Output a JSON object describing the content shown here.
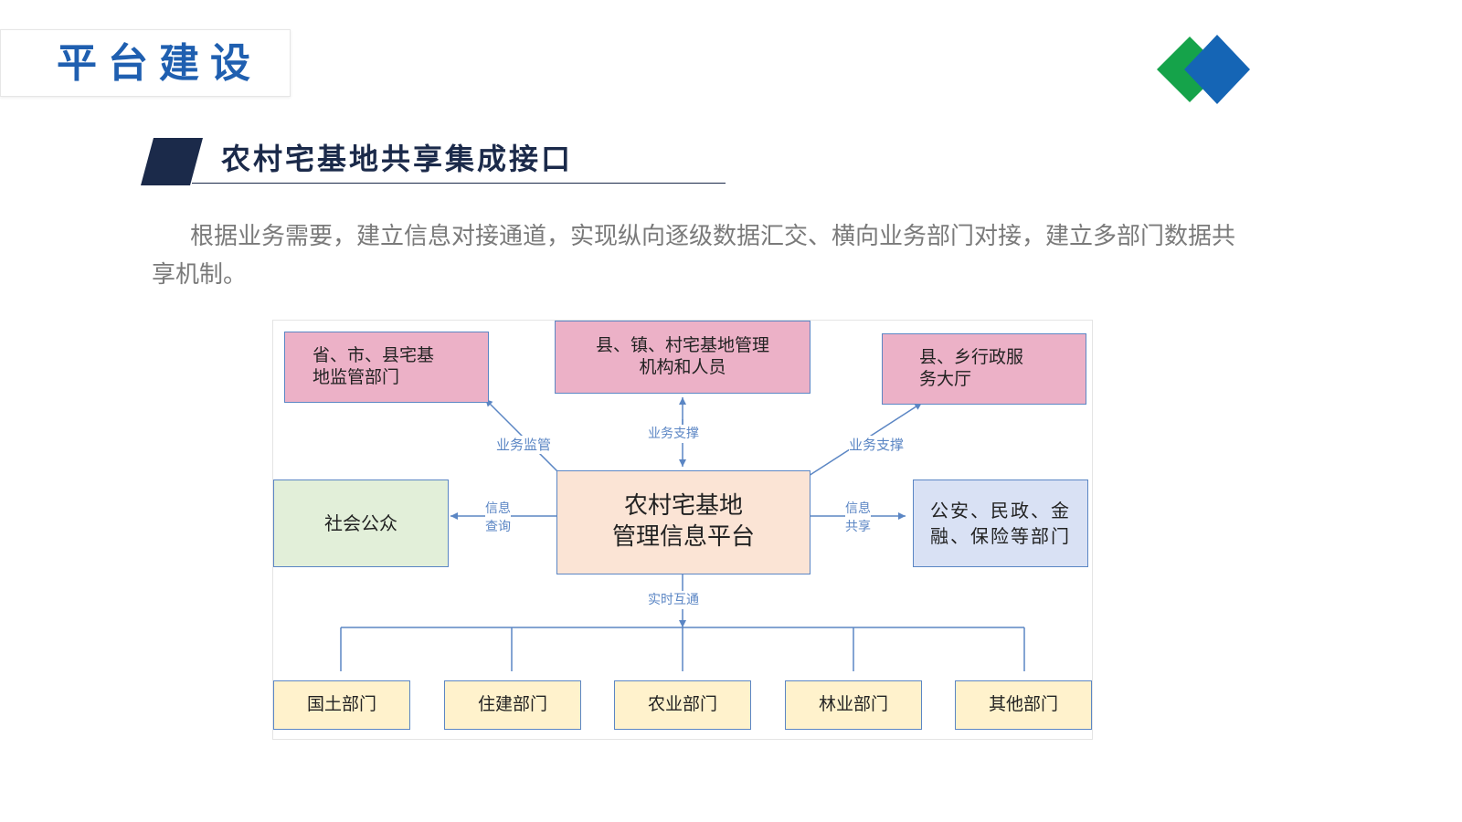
{
  "header": {
    "title": "平台建设"
  },
  "section": {
    "title": "农村宅基地共享集成接口"
  },
  "description": "根据业务需要，建立信息对接通道，实现纵向逐级数据汇交、横向业务部门对接，建立多部门数据共享机制。",
  "colors": {
    "title_blue": "#1f5fb0",
    "navy": "#1b2a4a",
    "logo_green": "#15a34a",
    "logo_blue": "#1565b5",
    "link_blue": "#5b86c4",
    "pink": "#ecb1c7",
    "green": "#e2efd9",
    "peach": "#fbe4d5",
    "lavender": "#d9e1f4",
    "yellow": "#fff2cc"
  },
  "diagram": {
    "nodes": {
      "supervision": "省、市、县宅基\n地监管部门",
      "management": "县、镇、村宅基地管理\n机构和人员",
      "service_hall": "县、乡行政服\n务大厅",
      "public": "社会公众",
      "center": "农村宅基地\n管理信息平台",
      "departments": "公安、民政、金\n融、保险等部门",
      "bottom": [
        "国土部门",
        "住建部门",
        "农业部门",
        "林业部门",
        "其他部门"
      ]
    },
    "edge_labels": {
      "supervise": "业务监管",
      "support_top": "业务支撑",
      "support_right": "业务支撑",
      "query": "信息\n查询",
      "share": "信息\n共享",
      "realtime": "实时互通"
    }
  }
}
